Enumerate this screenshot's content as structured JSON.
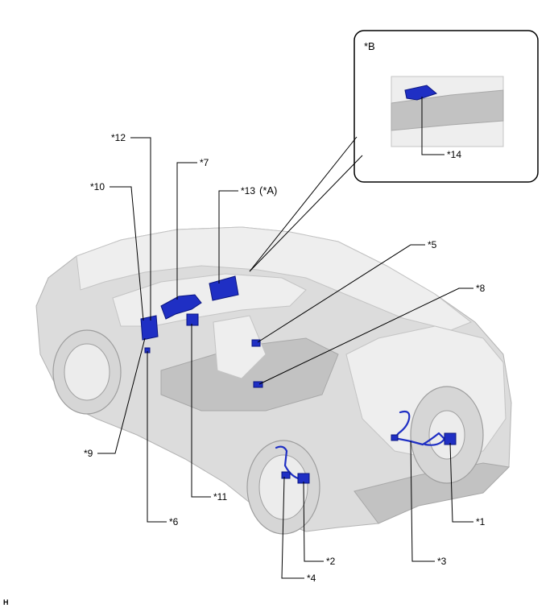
{
  "labels": {
    "p1": "*1",
    "p2": "*2",
    "p3": "*3",
    "p4": "*4",
    "p5": "*5",
    "p6": "*6",
    "p7": "*7",
    "p8": "*8",
    "p9": "*9",
    "p10": "*10",
    "p11": "*11",
    "p12": "*12",
    "p13": "*13",
    "p13_ref": "(*A)",
    "p14": "*14",
    "inset_title": "*B",
    "corner_mark": "H"
  },
  "colors": {
    "highlight_part": "#1f2fc4",
    "vehicle": "#dcdcdc",
    "leader_line": "#000000"
  }
}
